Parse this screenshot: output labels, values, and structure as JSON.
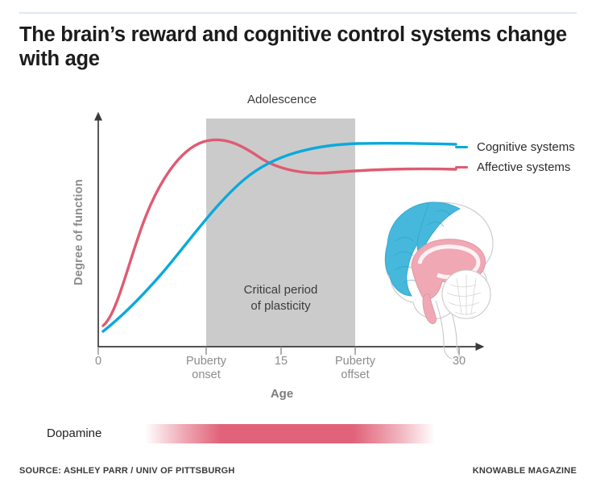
{
  "title": "The brain’s reward and cognitive control systems change with age",
  "colors": {
    "cognitive": "#0BA9DB",
    "affective": "#DF5B72",
    "band": "#cbcbcb",
    "axis": "#3a3a3a",
    "tick_text": "#8c8c8c",
    "rule": "#dde8ef",
    "brain_blue": "#45B8DC",
    "brain_pink": "#F0A8B4"
  },
  "chart_data": {
    "type": "line",
    "title": "The brain’s reward and cognitive control systems change with age",
    "xlabel": "Age",
    "ylabel": "Degree of function",
    "xlim": [
      0,
      32
    ],
    "ylim": [
      0,
      1
    ],
    "grid": false,
    "legend_position": "right",
    "xtick_labels": [
      "0",
      "Puberty onset",
      "15",
      "Puberty offset",
      "30"
    ],
    "xtick_values": [
      0,
      10,
      15,
      21,
      30
    ],
    "annotations": [
      {
        "name": "adolescence",
        "text": "Adolescence",
        "x_range": [
          10,
          21
        ],
        "position": "above-band"
      },
      {
        "name": "critical-period",
        "text": "Critical period of plasticity",
        "x_range": [
          10,
          21
        ],
        "position": "inside-band"
      }
    ],
    "shaded_region": {
      "label": "Adolescence",
      "x_start": 10,
      "x_end": 21,
      "color": "#cbcbcb"
    },
    "series": [
      {
        "name": "Cognitive systems",
        "color": "#0BA9DB",
        "x": [
          0.6,
          3,
          6,
          9,
          12,
          15,
          18,
          21,
          24,
          27,
          30.5
        ],
        "y": [
          0.05,
          0.2,
          0.36,
          0.5,
          0.63,
          0.74,
          0.82,
          0.87,
          0.9,
          0.91,
          0.915
        ]
      },
      {
        "name": "Affective systems",
        "color": "#DF5B72",
        "x": [
          0.6,
          3,
          6,
          9,
          12,
          15,
          18,
          21,
          24,
          27,
          30.5
        ],
        "y": [
          0.09,
          0.38,
          0.69,
          0.88,
          0.94,
          0.89,
          0.82,
          0.77,
          0.745,
          0.74,
          0.745
        ]
      }
    ]
  },
  "legend": {
    "items": [
      {
        "label": "Cognitive systems",
        "color": "#0BA9DB"
      },
      {
        "label": "Affective systems",
        "color": "#DF5B72"
      }
    ]
  },
  "ticks": [
    {
      "label": "0",
      "sublabel": "",
      "x": 122
    },
    {
      "label": "Puberty",
      "sublabel": "onset",
      "x": 256
    },
    {
      "label": "15",
      "sublabel": "",
      "x": 349
    },
    {
      "label": "Puberty",
      "sublabel": "offset",
      "x": 441
    },
    {
      "label": "30",
      "sublabel": "",
      "x": 570
    }
  ],
  "band": {
    "top_label": "Adolescence",
    "inner_line1": "Critical period",
    "inner_line2": "of plasticity"
  },
  "axes": {
    "y_title": "Degree of function",
    "x_title": "Age"
  },
  "dopamine": {
    "label": "Dopamine"
  },
  "brain": {
    "alt": "sagittal brain cross-section with highlighted prefrontal cortex and limbic structures"
  },
  "footer": {
    "source": "SOURCE: ASHLEY PARR / UNIV OF PITTSBURGH",
    "brand": "KNOWABLE MAGAZINE"
  }
}
